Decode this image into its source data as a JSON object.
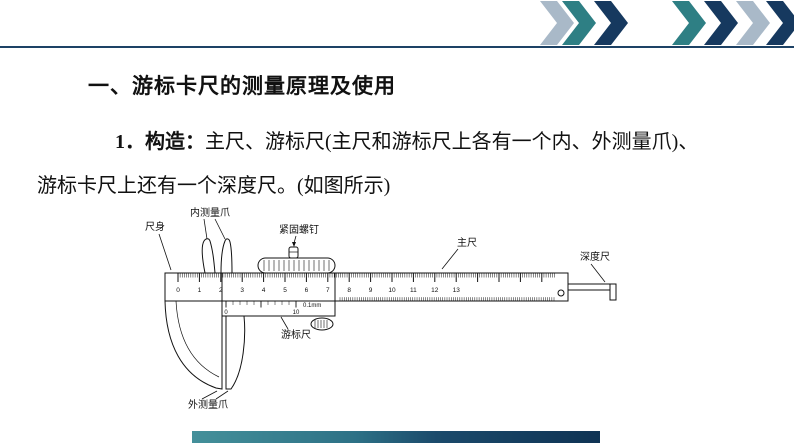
{
  "slide": {
    "heading": "一、游标卡尺的测量原理及使用",
    "body": {
      "line1_bold": "1．构造：",
      "line1_text": "主尺、游标尺(主尺和游标尺上各有一个内、外测量爪)、",
      "line2_text": "游标卡尺上还有一个深度尺。(如图所示)"
    }
  },
  "diagram": {
    "labels": {
      "inner_jaw": "内测量爪",
      "body": "尺身",
      "screw": "紧固螺钉",
      "main_scale": "主尺",
      "depth_ruler": "深度尺",
      "vernier": "游标尺",
      "outer_jaw": "外测量爪",
      "precision": "0.1mm"
    },
    "main_scale_numbers": [
      "0",
      "1",
      "2",
      "3",
      "4",
      "5",
      "6",
      "7",
      "8",
      "9",
      "10",
      "11",
      "12",
      "13"
    ],
    "vernier_numbers": [
      "0",
      "10"
    ]
  },
  "colors": {
    "chevron_teal": "#2e7f84",
    "chevron_navy": "#16395f",
    "chevron_steel": "#a9b9c8",
    "rule_navy": "#1d4265",
    "bar_teal": "#44909a",
    "bar_navy": "#0f3354"
  }
}
